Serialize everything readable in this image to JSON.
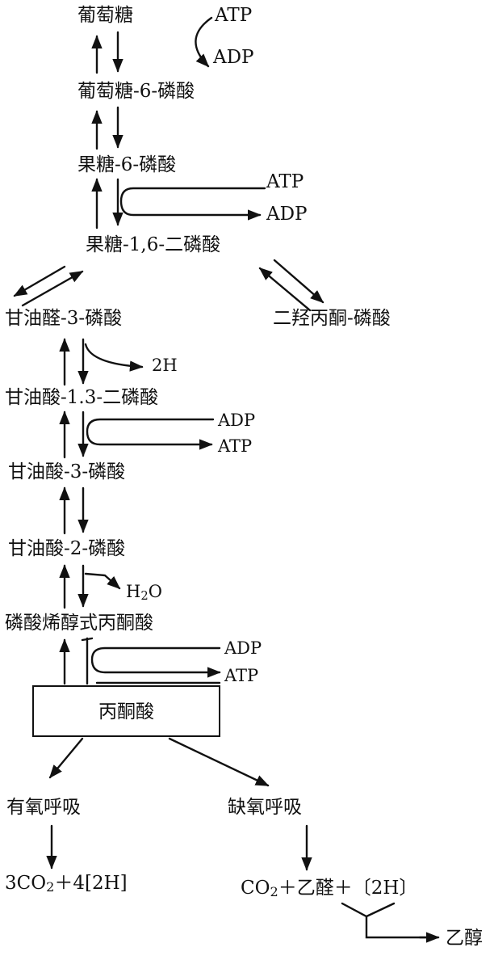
{
  "metabolites": {
    "glucose": "葡萄糖",
    "g6p": "葡萄糖-6-磷酸",
    "f6p": "果糖-6-磷酸",
    "fbp": "果糖-1,6-二磷酸",
    "g3p": "甘油醛-3-磷酸",
    "dhap": "二羟丙酮-磷酸",
    "bpg": "甘油酸-1.3-二磷酸",
    "pg3": "甘油酸-3-磷酸",
    "pg2": "甘油酸-2-磷酸",
    "pep": "磷酸烯醇式丙酮酸",
    "pyruvate": "丙酮酸"
  },
  "cofactors": {
    "atp_1": "ATP",
    "adp_1": "ADP",
    "atp_2": "ATP",
    "adp_2": "ADP",
    "h2": "2H",
    "adp_3": "ADP",
    "atp_3": "ATP",
    "h2o_h": "H",
    "h2o_sub": "2",
    "h2o_o": "O",
    "adp_4": "ADP",
    "atp_4": "ATP"
  },
  "branches": {
    "aerobic_label": "有氧呼吸",
    "anaerobic_label": "缺氧呼吸",
    "aerobic_product_a": "3CO",
    "aerobic_product_sub": "2",
    "aerobic_product_b": "＋4[2H]",
    "anaerobic_product_a": "CO",
    "anaerobic_product_sub": "2",
    "anaerobic_product_b": "＋乙醛＋〔2H〕",
    "ethanol": "乙醇"
  }
}
